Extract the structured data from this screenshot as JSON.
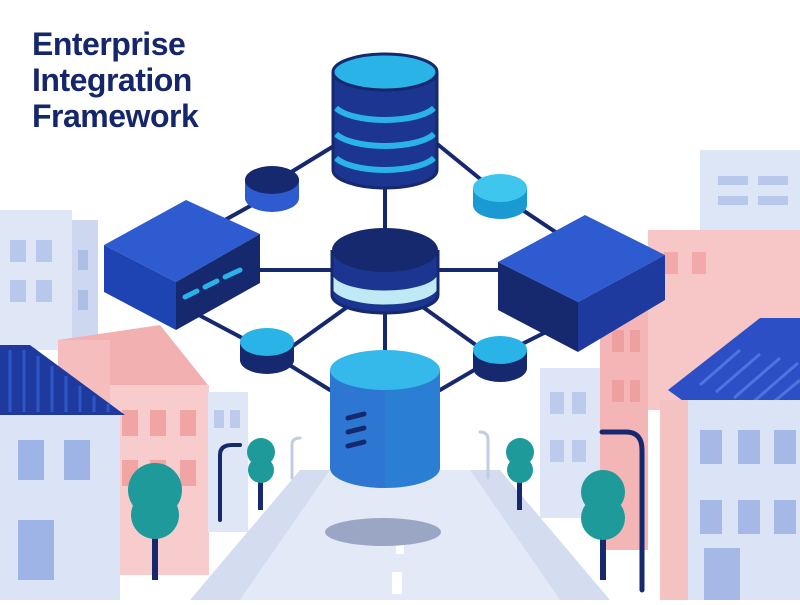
{
  "title": {
    "lines": [
      "Enterprise",
      "Integration",
      "Framework"
    ]
  },
  "colors": {
    "title": "#16266b",
    "navy": "#16286e",
    "royal_blue": "#2f5bd0",
    "cyan": "#29b3e6",
    "light_cyan": "#bfe9f5",
    "teal_tree": "#1f9a9a",
    "pink_building": "#f7c3c3",
    "light_blue_building": "#dde6f7",
    "road": "#e3e9f6",
    "shadow": "#9aa6c3"
  },
  "illustration": {
    "nodes": [
      {
        "name": "top-database",
        "icon": "database-icon"
      },
      {
        "name": "center-hub",
        "icon": "database-icon"
      },
      {
        "name": "bottom-database",
        "icon": "database-icon"
      },
      {
        "name": "left-server",
        "icon": "server-icon"
      },
      {
        "name": "right-server",
        "icon": "server-icon"
      },
      {
        "name": "connector-nodes",
        "icon": "node-icon"
      }
    ],
    "scene": [
      "city-buildings",
      "street",
      "trees",
      "street-lamps"
    ]
  }
}
